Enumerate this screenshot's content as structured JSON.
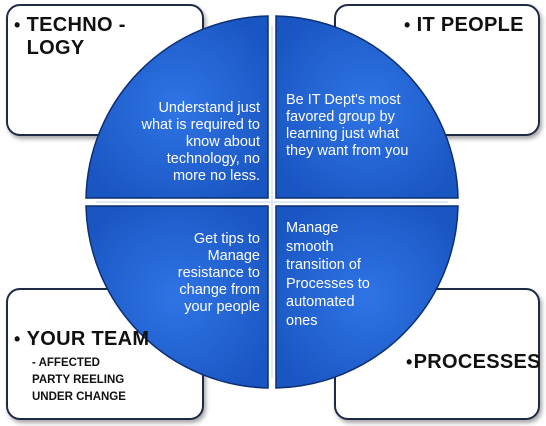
{
  "colors": {
    "quadrant_fill": "#1c5fd0",
    "quadrant_edge": "#0d2f73",
    "box_border": "#1f2a44"
  },
  "boxes": {
    "top_left": {
      "bullet": "•",
      "title": "TECHNO -\nLOGY"
    },
    "top_right": {
      "bullet": "•",
      "title": "IT PEOPLE"
    },
    "bottom_left": {
      "bullet": "•",
      "title": "YOUR TEAM",
      "subtitle": "- AFFECTED\nPARTY REELING\nUNDER CHANGE"
    },
    "bottom_right": {
      "bullet": "•",
      "title": "PROCESSES"
    }
  },
  "quadrants": {
    "top_left": "Understand just what is required to know about technology, no more no less.",
    "top_right": "Be IT Dept's most favored group by learning just what they want from you",
    "bottom_left": "Get tips to Manage resistance to change from your people",
    "bottom_right": "Manage smooth transition of Processes to automated ones"
  }
}
